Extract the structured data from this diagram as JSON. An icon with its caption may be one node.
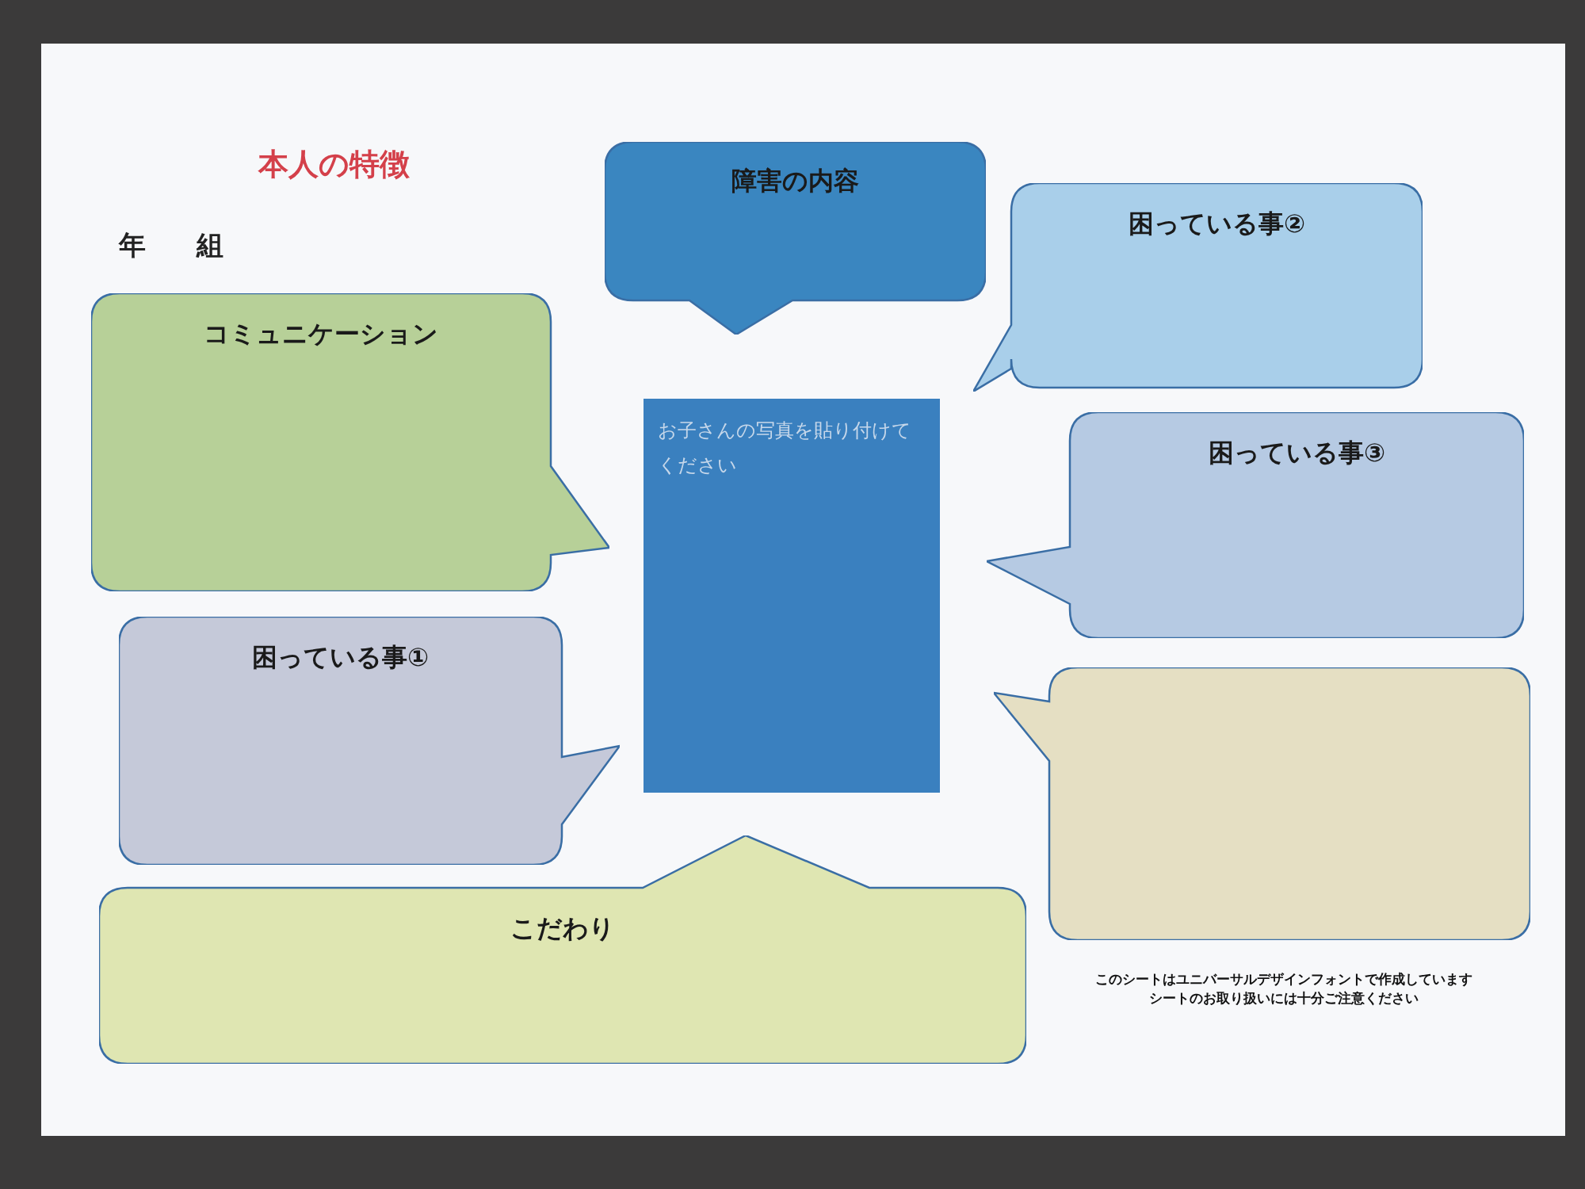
{
  "diagram": {
    "title": "本人の特徴",
    "nodes": [
      {
        "text": [
          "障害の内容"
        ]
      },
      {
        "text": [
          "困っている事②"
        ]
      },
      {
        "text": [
          "コミュニケーション"
        ]
      },
      {
        "text": [
          "お子さんの写真を貼り付けてください"
        ]
      },
      {
        "text": [
          "困っている事③"
        ]
      },
      {
        "text": [
          "困っている事①"
        ]
      },
      {
        "text": [],
        "shape": "box"
      },
      {
        "text": [
          "こだわり"
        ]
      }
    ],
    "labels": [
      "年",
      "組",
      "このシートはユニバーサルデザインフォントで作成しています",
      "シートのお取り扱いには十分ご注意ください"
    ]
  }
}
